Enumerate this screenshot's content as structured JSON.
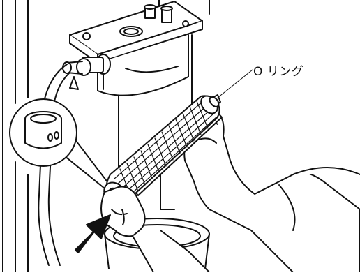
{
  "figure": {
    "callout_label": "O リング",
    "callout_target": "o-ring",
    "arrow_target": "filter-end-cap",
    "inset_subject": "end-cap-detail",
    "line_color": "#111111",
    "fill_color": "#ffffff"
  }
}
